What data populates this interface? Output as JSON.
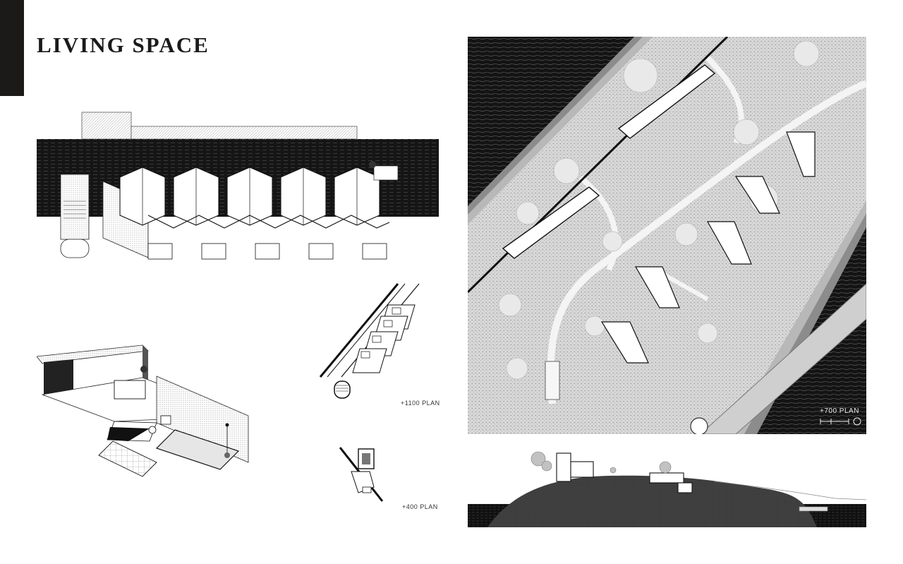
{
  "header": {
    "title": "LIVING SPACE"
  },
  "labels": {
    "plan_1100": "+1100 PLAN",
    "plan_400": "+400 PLAN",
    "plan_700": "+700 PLAN"
  },
  "colors": {
    "ink": "#111111",
    "water": "#161616",
    "paper": "#ffffff",
    "ground_light": "#d9d9d9",
    "ground_mid": "#9a9a9a"
  }
}
